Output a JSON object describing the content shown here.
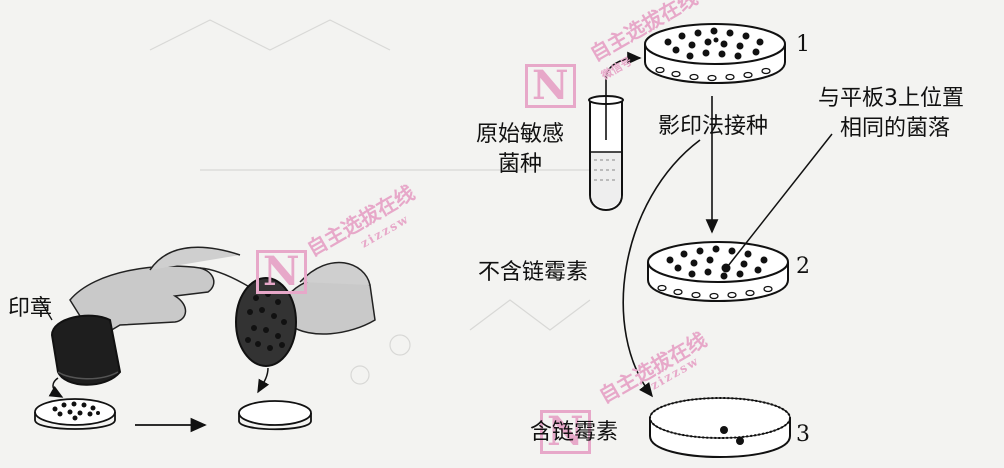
{
  "labels": {
    "stamp": "印章",
    "original_line1": "原始敏感",
    "original_line2": "菌种",
    "replica_method": "影印法接种",
    "same_position_line1": "与平板3上位置",
    "same_position_line2": "相同的菌落",
    "no_streptomycin": "不含链霉素",
    "with_streptomycin": "含链霉素"
  },
  "plate_numbers": [
    "1",
    "2",
    "3"
  ],
  "watermark": {
    "logo_letter": "N",
    "brand_text": "自主选拔在线",
    "sub_text": "微信号",
    "handle": "zizzsw"
  },
  "colors": {
    "ink": "#111111",
    "background": "#f3f3f1",
    "watermark": "#e7a8c9",
    "hand": "#c9c9c9"
  }
}
